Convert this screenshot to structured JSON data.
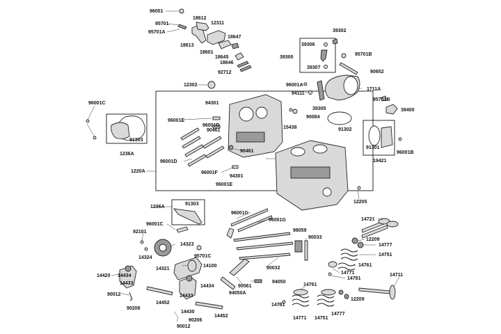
{
  "labels": {
    "l96001": "96001",
    "l18612": "18612",
    "l12311": "12311",
    "l95701": "95701",
    "l95701A_top": "95701A",
    "l18613": "18613",
    "l18601": "18601",
    "l18647": "18647",
    "l18645": "18645",
    "l18646": "18646",
    "l92712": "92712",
    "l39306": "39306",
    "l39302": "39302",
    "l39300": "39300",
    "l95701B_top": "95701B",
    "l39307": "39307",
    "l90652": "90652",
    "l12302": "12302",
    "l96001A_mid": "96001A",
    "l94111": "94111",
    "l1711A": "1711A",
    "l95701B_mid": "95701B",
    "l39400": "39400",
    "l39305": "39305",
    "l90084": "90084",
    "l15438": "15438",
    "l91302": "91302",
    "l96001C_left": "96001C",
    "l91303_left": "91303",
    "l1236A_left": "1236A",
    "l94301_top": "94301",
    "l96001E_top": "96001E",
    "l96001D_top": "96001D",
    "l90461_top": "90461",
    "l90461_mid": "90461",
    "l96001D_left": "96001D",
    "l96001F": "96001F",
    "l94301_bot": "94301",
    "l96001E_bot": "96001E",
    "l1220A": "1220A",
    "l91301": "91301",
    "l96001B": "96001B",
    "l19421": "19421",
    "l12205": "12205",
    "l1236A_mid": "1236A",
    "l91303_mid": "91303",
    "l96001C_mid": "96001C",
    "l92101": "92101",
    "l96001G_a": "96001G",
    "l96001G_b": "96001G",
    "l98059": "98059",
    "l90033": "90033",
    "l14721": "14721",
    "l12209_top": "12209",
    "l14777_top": "14777",
    "l14751_top": "14751",
    "l14761_top": "14761",
    "l14771_top": "14771",
    "l14781_top": "14781",
    "l14323": "14323",
    "l14324": "14324",
    "l14321": "14321",
    "l95701C": "95701C",
    "l14100": "14100",
    "l90032": "90032",
    "l14420": "14420",
    "l14434_left": "14434",
    "l14433_left": "14433",
    "l90012_left": "90012",
    "l90206_left": "90206",
    "l14452_left": "14452",
    "l14434_mid": "14434",
    "l14433_mid": "14433",
    "l14430": "14430",
    "l90206_bot": "90206",
    "l90012_bot": "90012",
    "l14452_bot": "14452",
    "l90561": "90561",
    "l94050A": "94050A",
    "l94050": "94050",
    "l14761_bot": "14761",
    "l14711": "14711",
    "l12209_bot": "12209",
    "l14781_bot": "14781",
    "l14771_bot": "14771",
    "l14751_bot": "14751",
    "l14777_bot": "14777"
  }
}
